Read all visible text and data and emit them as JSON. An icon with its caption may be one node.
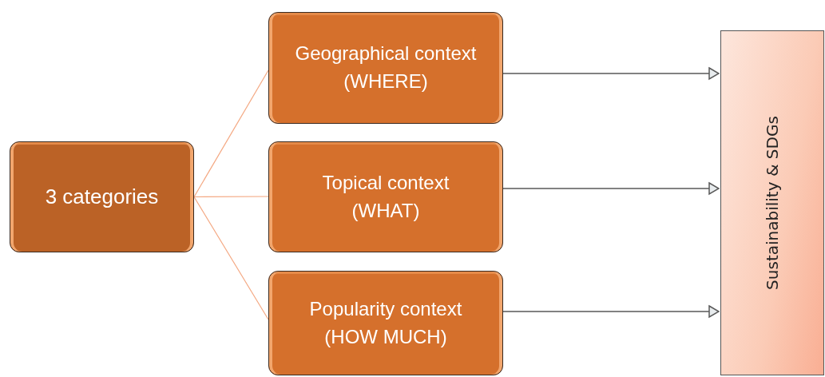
{
  "diagram": {
    "nodes": [
      {
        "text": [
          "3 categories"
        ]
      },
      {
        "text": [
          "Geographical context",
          "(WHERE)"
        ]
      },
      {
        "text": [
          "Topical context",
          "(WHAT)"
        ]
      },
      {
        "text": [
          "Popularity context",
          "(HOW MUCH)"
        ]
      },
      {
        "text": [
          "Sustainability & SDGs"
        ]
      }
    ],
    "edges": [
      {
        "from": 0,
        "to": 1,
        "arrow": "none"
      },
      {
        "from": 0,
        "to": 2,
        "arrow": "none"
      },
      {
        "from": 0,
        "to": 3,
        "arrow": "none"
      },
      {
        "from": 1,
        "to": 4,
        "arrow": "to",
        "color": "#595959"
      },
      {
        "from": 2,
        "to": 4,
        "arrow": "to",
        "color": "#595959"
      },
      {
        "from": 3,
        "to": 4,
        "arrow": "to",
        "color": "#595959"
      }
    ]
  }
}
